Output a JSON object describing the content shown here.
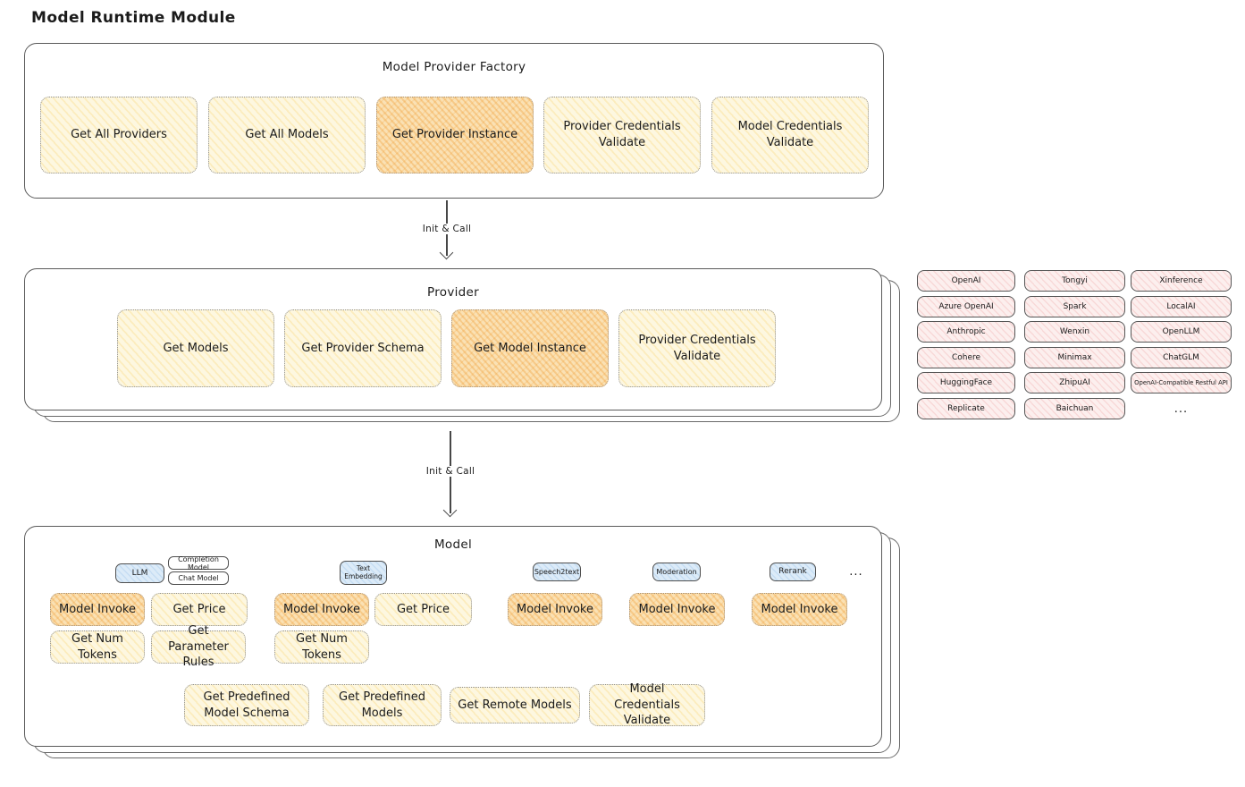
{
  "page_title": "Model Runtime Module",
  "colors": {
    "yellow_fill": "#fdf7e0",
    "orange_highlight_fill": "#f9e2ba",
    "pink_fill": "#fcefee",
    "blue_fill": "#dcebf8",
    "stroke": "#5a5a5a"
  },
  "factory": {
    "title": "Model Provider Factory",
    "buttons": [
      {
        "label": "Get All Providers",
        "highlighted": false
      },
      {
        "label": "Get All Models",
        "highlighted": false
      },
      {
        "label": "Get Provider Instance",
        "highlighted": true
      },
      {
        "label": "Provider Credentials Validate",
        "highlighted": false
      },
      {
        "label": "Model Credentials Validate",
        "highlighted": false
      }
    ]
  },
  "arrow1": {
    "label": "Init & Call"
  },
  "arrow2": {
    "label": "Init & Call"
  },
  "provider": {
    "title": "Provider",
    "buttons": [
      {
        "label": "Get Models",
        "highlighted": false
      },
      {
        "label": "Get Provider Schema",
        "highlighted": false
      },
      {
        "label": "Get Model Instance",
        "highlighted": true
      },
      {
        "label": "Provider Credentials Validate",
        "highlighted": false
      }
    ]
  },
  "provider_list": {
    "items": [
      "OpenAI",
      "Tongyi",
      "Xinference",
      "Azure OpenAI",
      "Spark",
      "LocalAI",
      "Anthropic",
      "Wenxin",
      "OpenLLM",
      "Cohere",
      "Minimax",
      "ChatGLM",
      "HuggingFace",
      "ZhipuAI",
      "OpenAI-Compatible Restful API",
      "Replicate",
      "Baichuan"
    ],
    "ellipsis": "..."
  },
  "model": {
    "title": "Model",
    "tags": {
      "llm": "LLM",
      "completion": "Completion Model",
      "chat": "Chat Model",
      "text_embedding": "Text Embedding",
      "speech2text": "Speech2text",
      "moderation": "Moderation",
      "rerank": "Rerank",
      "more": "..."
    },
    "buttons": {
      "model_invoke": "Model Invoke",
      "get_price": "Get Price",
      "get_num_tokens": "Get Num Tokens",
      "get_parameter_rules": "Get Parameter Rules",
      "get_predefined_model_schema": "Get Predefined Model Schema",
      "get_predefined_models": "Get Predefined Models",
      "get_remote_models": "Get Remote Models",
      "model_credentials_validate": "Model Credentials Validate"
    }
  }
}
